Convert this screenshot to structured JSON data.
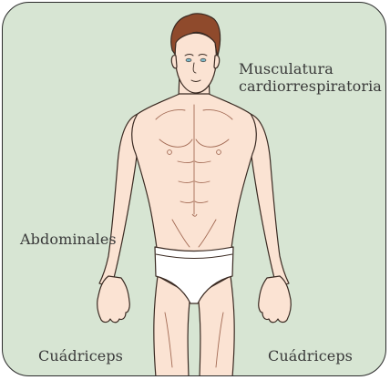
{
  "labels": {
    "cardio_line1": "Musculatura",
    "cardio_line2": "cardiorrespiratoria",
    "abs": "Abdominales",
    "quad_left": "Cuádriceps",
    "quad_right": "Cuádriceps"
  },
  "colors": {
    "panel_background": "#d7e5d3",
    "skin": "#fbe3d3",
    "hair": "#8f4a2c",
    "outline": "#3a2a22",
    "briefs": "#ffffff"
  }
}
